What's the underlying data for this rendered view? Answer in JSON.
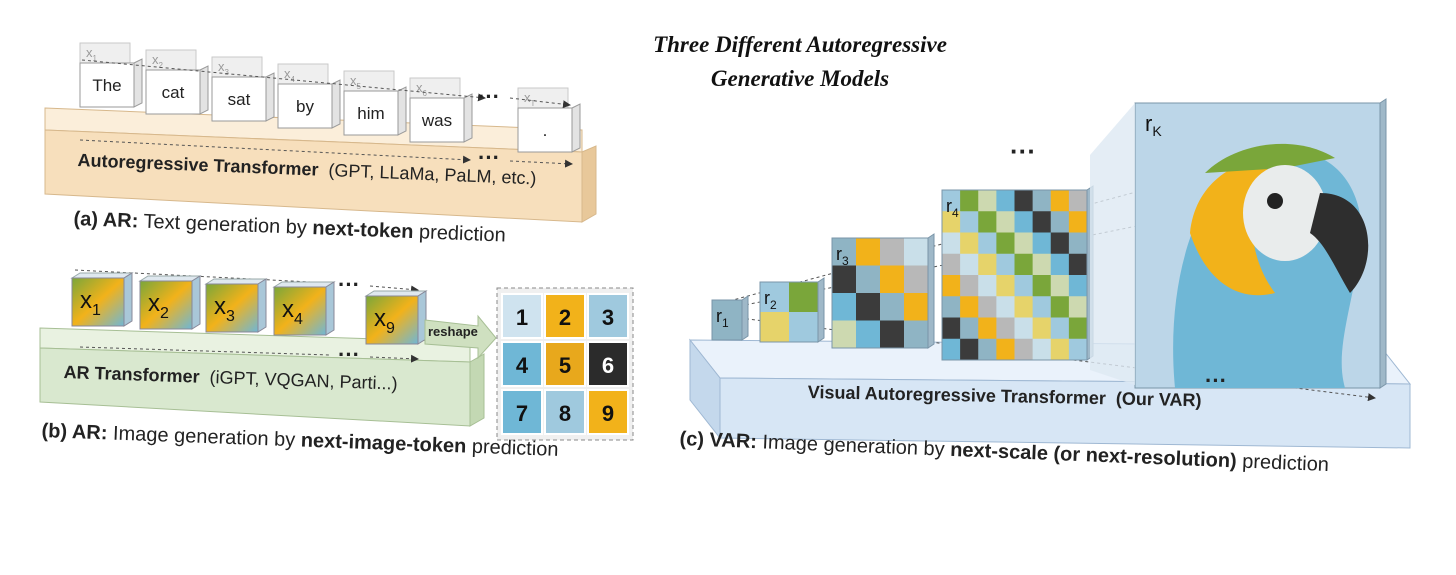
{
  "title": {
    "line1": "Three  Different  Autoregressive",
    "line2": "Generative  Models"
  },
  "panel_a": {
    "token_labels": [
      "x1",
      "x2",
      "x3",
      "x4",
      "x5",
      "x6",
      "xT"
    ],
    "tokens": [
      "The",
      "cat",
      "sat",
      "by",
      "him",
      "was",
      "."
    ],
    "ellipsis": "···",
    "transformer_name": "Autoregressive Transformer",
    "transformer_examples": "(GPT, LLaMa, PaLM, etc.)",
    "caption_prefix": "(a) AR:",
    "caption_text": "Text generation by",
    "caption_bold": "next-token",
    "caption_suffix": "prediction"
  },
  "panel_b": {
    "tokens": [
      "x1",
      "x2",
      "x3",
      "x4",
      "x9"
    ],
    "ellipsis": "···",
    "reshape_label": "reshape",
    "grid_numbers": [
      "1",
      "2",
      "3",
      "4",
      "5",
      "6",
      "7",
      "8",
      "9"
    ],
    "transformer_name": "AR Transformer",
    "transformer_examples": "(iGPT, VQGAN, Parti...)",
    "caption_prefix": "(b) AR:",
    "caption_text": "Image generation by",
    "caption_bold": "next-image-token",
    "caption_suffix": "prediction"
  },
  "panel_c": {
    "scales": [
      "r1",
      "r2",
      "r3",
      "r4",
      "rK"
    ],
    "ellipsis": "···",
    "transformer_name": "Visual Autoregressive Transformer",
    "transformer_examples": "(Our VAR)",
    "caption_prefix": "(c) VAR:",
    "caption_text": "Image generation by",
    "caption_bold": "next-scale (or next-resolution)",
    "caption_suffix": "prediction"
  },
  "colors": {
    "ar_text_box": "#f7dfbc",
    "ar_image_box": "#d9e8cf",
    "var_box": "#d7e6f5",
    "parrot_blue": "#6fb7d6",
    "parrot_yellow": "#f2b21a",
    "parrot_green": "#7aa63a"
  }
}
